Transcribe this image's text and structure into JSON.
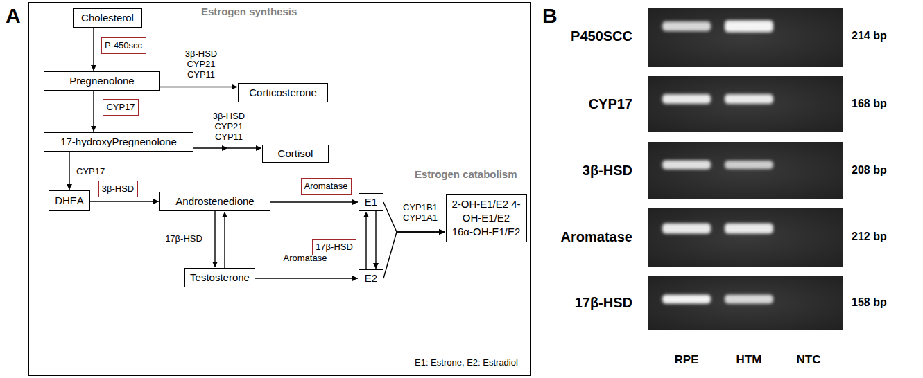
{
  "diagram": {
    "nodes": [
      {
        "text": [
          "Estrogen synthesis",
          "Estrogen catabolism",
          "E1: Estrone, E2: Estradiol"
        ]
      },
      {
        "text": [
          "Cholesterol"
        ],
        "in": 0
      },
      {
        "text": [
          "P-450scc"
        ],
        "in": 0
      },
      {
        "text": [
          "Pregnenolone"
        ],
        "in": 0
      },
      {
        "text": [
          "Corticosterone"
        ],
        "in": 0
      },
      {
        "text": [
          "CYP17"
        ],
        "in": 0
      },
      {
        "text": [
          "17-hydroxyPregnenolone"
        ],
        "in": 0
      },
      {
        "text": [
          "Cortisol"
        ],
        "in": 0
      },
      {
        "text": [
          "DHEA"
        ],
        "in": 0
      },
      {
        "text": [
          "3β-HSD"
        ],
        "in": 0
      },
      {
        "text": [
          "Androstenedione"
        ],
        "in": 0
      },
      {
        "text": [
          "Aromatase"
        ],
        "in": 0
      },
      {
        "text": [
          "E1"
        ],
        "in": 0
      },
      {
        "text": [
          "17β-HSD"
        ],
        "in": 0
      },
      {
        "text": [
          "2-OH-E1/E2 4-OH-E1/E2 16α-OH-E1/E2"
        ],
        "in": 0
      },
      {
        "text": [
          "Testosterone"
        ],
        "in": 0
      },
      {
        "text": [
          "E2"
        ],
        "in": 0
      }
    ],
    "edges": [
      {
        "from": 1,
        "to": 3,
        "arrow": "to"
      },
      {
        "from": 3,
        "to": 4,
        "arrow": "to"
      },
      {
        "from": 3,
        "to": 6,
        "arrow": "to"
      },
      {
        "from": 6,
        "to": 7,
        "arrow": "to"
      },
      {
        "from": 6,
        "to": 8,
        "arrow": "to"
      },
      {
        "from": 8,
        "to": 10,
        "arrow": "to"
      },
      {
        "from": 10,
        "to": 12,
        "arrow": "to"
      },
      {
        "from": 10,
        "to": 15,
        "arrow": "to"
      },
      {
        "from": 15,
        "to": 10,
        "arrow": "to"
      },
      {
        "from": 15,
        "to": 16,
        "arrow": "to"
      },
      {
        "from": 12,
        "to": 16,
        "arrow": "to"
      },
      {
        "from": 16,
        "to": 12,
        "arrow": "to"
      },
      {
        "from": 12,
        "to": 14,
        "arrow": "to"
      },
      {
        "from": 16,
        "to": 14,
        "arrow": "to"
      }
    ],
    "labels": [
      "A",
      "3β-HSD CYP21 CYP11",
      "3β-HSD CYP21 CYP11",
      "CYP17",
      "17β-HSD",
      "Aromatase",
      "CYP1B1 CYP1A1",
      "B",
      "P450SCC",
      "CYP17",
      "3β-HSD",
      "Aromatase",
      "17β-HSD",
      "214 bp",
      "168 bp",
      "208 bp",
      "212 bp",
      "158 bp",
      "RPE",
      "HTM",
      "NTC"
    ]
  }
}
